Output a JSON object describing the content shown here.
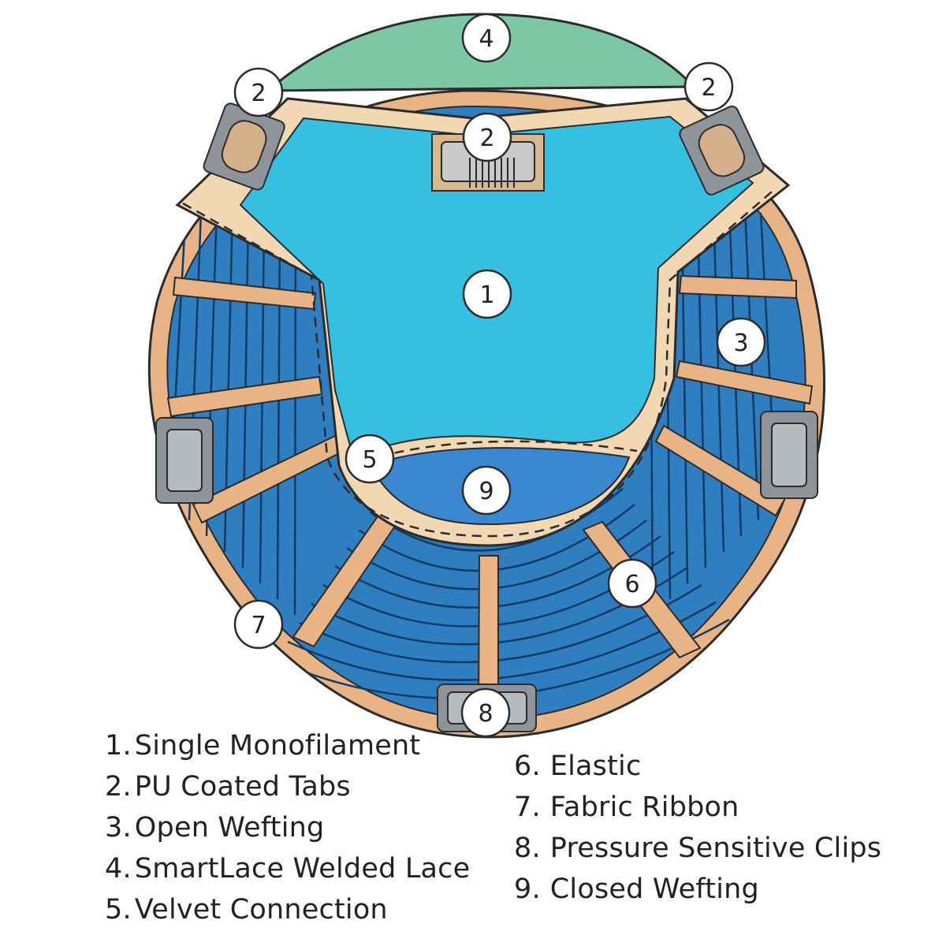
{
  "markers": [
    {
      "id": "marker-4",
      "label": "4"
    },
    {
      "id": "marker-2-left",
      "label": "2"
    },
    {
      "id": "marker-2-right",
      "label": "2"
    },
    {
      "id": "marker-2-center",
      "label": "2"
    },
    {
      "id": "marker-1",
      "label": "1"
    },
    {
      "id": "marker-3",
      "label": "3"
    },
    {
      "id": "marker-5",
      "label": "5"
    },
    {
      "id": "marker-9",
      "label": "9"
    },
    {
      "id": "marker-6",
      "label": "6"
    },
    {
      "id": "marker-7",
      "label": "7"
    },
    {
      "id": "marker-8",
      "label": "8"
    }
  ],
  "legend": {
    "left": [
      {
        "num": "1.",
        "text": "Single Monofilament"
      },
      {
        "num": "2.",
        "text": "PU Coated Tabs"
      },
      {
        "num": "3.",
        "text": "Open Wefting"
      },
      {
        "num": "4.",
        "text": "SmartLace Welded Lace"
      },
      {
        "num": "5.",
        "text": "Velvet Connection"
      }
    ],
    "right": [
      {
        "num": "6.",
        "text": "Elastic"
      },
      {
        "num": "7.",
        "text": "Fabric Ribbon"
      },
      {
        "num": "8.",
        "text": "Pressure Sensitive Clips"
      },
      {
        "num": "9.",
        "text": "Closed Wefting"
      }
    ]
  },
  "colors": {
    "monofilament": "#35bfe0",
    "smartlace": "#7cc8a4",
    "wefting": "#2f7fc0",
    "ribbon": "#e8b486",
    "velvet": "#f1d8b3",
    "clip": "#8f949b",
    "tab": "#d9b78f",
    "outline": "#2b2b2b"
  }
}
